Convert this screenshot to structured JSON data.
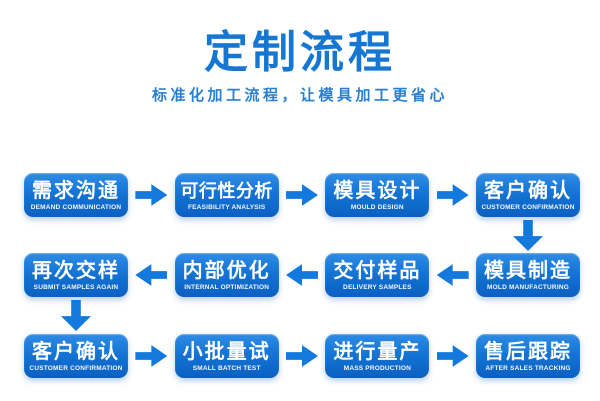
{
  "page": {
    "title": "定制流程",
    "subtitle": "标准化加工流程，让模具加工更省心"
  },
  "colors": {
    "title_blue": "#1677d2",
    "subtitle_blue": "#2a7fd2",
    "box_gradient_top": "#2f8ce5",
    "box_gradient_bottom": "#0b60c2",
    "arrow_blue": "#1379dc",
    "box_text": "#ffffff",
    "background": "#ffffff"
  },
  "steps": [
    {
      "zh": "需求沟通",
      "en": "DEMAND COMMUNICATION"
    },
    {
      "zh": "可行性分析",
      "en": "FEASIBILITY ANALYSIS"
    },
    {
      "zh": "模具设计",
      "en": "MOULD DESIGN"
    },
    {
      "zh": "客户确认",
      "en": "CUSTOMER CONFIRMATION"
    },
    {
      "zh": "模具制造",
      "en": "MOLD MANUFACTURING"
    },
    {
      "zh": "交付样品",
      "en": "DELIVERY SAMPLES"
    },
    {
      "zh": "内部优化",
      "en": "INTERNAL OPTIMIZATION"
    },
    {
      "zh": "再次交样",
      "en": "SUBMIT SAMPLES AGAIN"
    },
    {
      "zh": "客户确认",
      "en": "CUSTOMER CONFIRMATION"
    },
    {
      "zh": "小批量试",
      "en": "SMALL BATCH TEST"
    },
    {
      "zh": "进行量产",
      "en": "MASS PRODUCTION"
    },
    {
      "zh": "售后跟踪",
      "en": "AFTER SALES TRACKING"
    }
  ]
}
